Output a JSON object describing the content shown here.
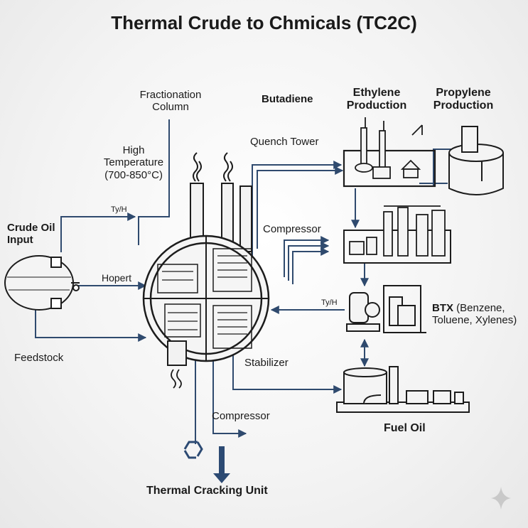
{
  "title": "Thermal Crude to Chmicals (TC2C)",
  "labels": {
    "fractionation": "Fractionation Column",
    "butadiene": "Butadiene",
    "ethylene": "Ethylene Production",
    "propylene": "Propylene Production",
    "quench": "Quench Tower",
    "high_temp": "High Temperature (700-850°C)",
    "tyh_top": "Ty/H",
    "crude_oil": "Crude Oil Input",
    "compressor_right": "Compressor",
    "hopert": "Hopert",
    "tyh_mid": "Ty/H",
    "btx_bold": "BTX",
    "btx_rest": " (Benzene, Toluene, Xylenes)",
    "feedstock": "Feedstock",
    "stabilizer": "Stabilizer",
    "compressor_bottom": "Compressor",
    "fuel_oil": "Fuel Oil",
    "cracking_unit": "Thermal Cracking Unit"
  },
  "colors": {
    "line": "#2f4a6e",
    "ink": "#1c1c1c",
    "accent": "#2c4a73"
  },
  "icons": {
    "corner": "sparkle-icon",
    "recycle": "recycle-icon",
    "down_arrow": "down-arrow-icon"
  }
}
